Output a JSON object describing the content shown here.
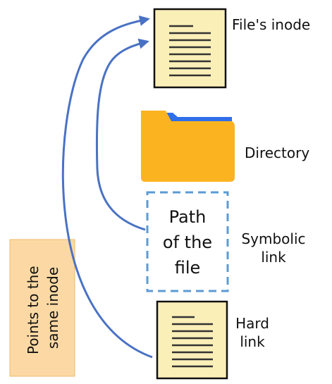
{
  "nodes": {
    "inode": {
      "label": "File's inode",
      "icon": "document-icon"
    },
    "directory": {
      "label": "Directory",
      "icon": "folder-icon"
    },
    "symlink": {
      "label_line1": "Symbolic",
      "label_line2": "link",
      "box_line1": "Path",
      "box_line2": "of the",
      "box_line3": "file"
    },
    "hardlink": {
      "label_line1": "Hard",
      "label_line2": "link",
      "icon": "document-icon"
    }
  },
  "note": {
    "line1": "Points to the",
    "line2": "same inode"
  },
  "colors": {
    "doc_fill": "#fbefb8",
    "doc_stroke": "#111111",
    "folder_front": "#fbb320",
    "folder_back": "#2f6fea",
    "arrow": "#4a72c4",
    "dashed_box": "#5b9bd5",
    "note_fill": "#fcd9a4",
    "note_stroke": "#f1b86a"
  }
}
